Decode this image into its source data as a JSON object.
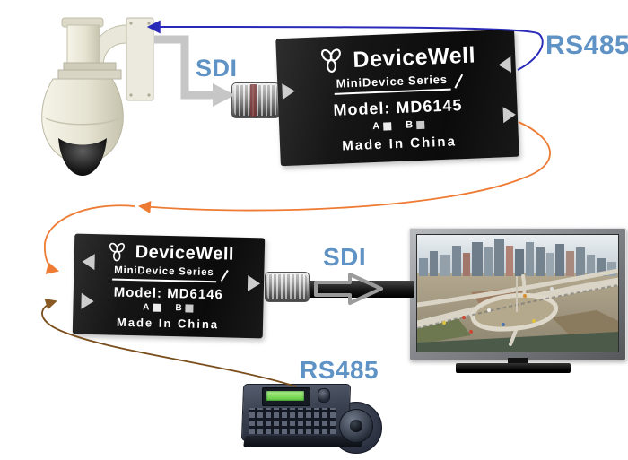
{
  "labels": {
    "sdi_camera_link": "SDI",
    "rs485_camera_link": "RS485",
    "sdi_monitor_link": "SDI",
    "rs485_keyboard_link": "RS485"
  },
  "devices": {
    "md6145": {
      "brand": "DeviceWell",
      "series": "MiniDevice Series",
      "model": "Model: MD6145",
      "port_a": "A",
      "port_b": "B",
      "origin": "Made In China"
    },
    "md6146": {
      "brand": "DeviceWell",
      "series": "MiniDevice Series",
      "model": "Model: MD6146",
      "port_a": "A",
      "port_b": "B",
      "origin": "Made In China"
    }
  },
  "figures": {
    "camera": "ptz-dome-camera",
    "monitor": "lcd-monitor-city-interchange",
    "keyboard": "ptz-keyboard-joystick-controller",
    "logo": "devicewell-trefoil-logo"
  },
  "colors": {
    "label_blue": "#6093c5",
    "arrow_blue": "#2a2ab8",
    "arrow_orange": "#ee7b33",
    "arrow_brown": "#7a4e1c",
    "cable_gray": "#c6c6c6",
    "device_black": "#111111"
  }
}
